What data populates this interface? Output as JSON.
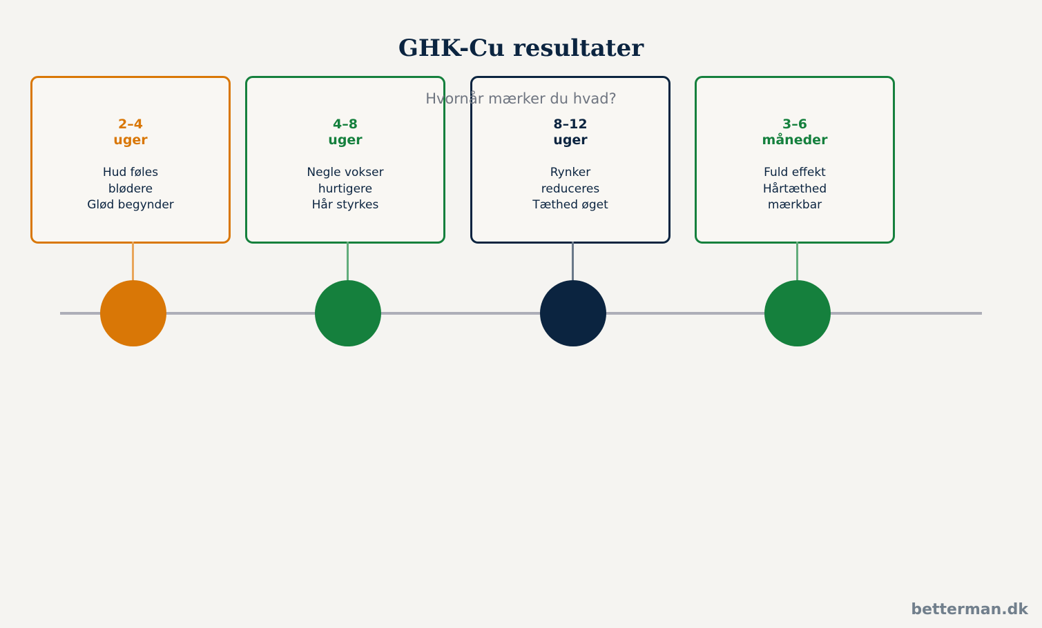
{
  "title": "GHK-Cu resultater",
  "subtitle": "Hvornår mærker du hvad?",
  "colors": {
    "orange": "#d97706",
    "green": "#15803d",
    "navy": "#0b2440",
    "axis": "#adaeb8"
  },
  "milestones": [
    {
      "period_value": "2–4",
      "period_unit": "uger",
      "lines": [
        "Hud føles",
        "blødere",
        "Glød begynder"
      ],
      "color": "#d97706",
      "stem": "#e8a55a"
    },
    {
      "period_value": "4–8",
      "period_unit": "uger",
      "lines": [
        "Negle vokser",
        "hurtigere",
        "Hår styrkes"
      ],
      "color": "#15803d",
      "stem": "#62ad7c"
    },
    {
      "period_value": "8–12",
      "period_unit": "uger",
      "lines": [
        "Rynker",
        "reduceres",
        "Tæthed øget"
      ],
      "color": "#0b2440",
      "stem": "#6a7889"
    },
    {
      "period_value": "3–6",
      "period_unit": "måneder",
      "lines": [
        "Fuld effekt",
        "Hårtæthed",
        "mærkbar"
      ],
      "color": "#15803d",
      "stem": "#62ad7c"
    }
  ],
  "footer": "betterman.dk"
}
